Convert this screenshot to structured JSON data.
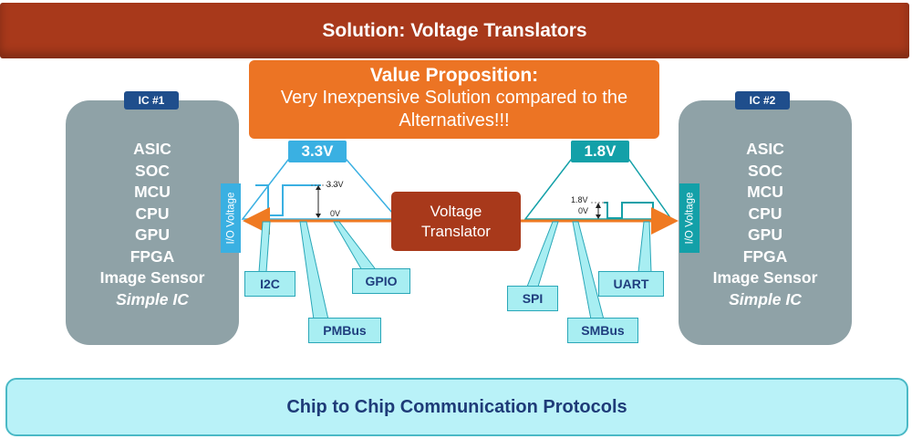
{
  "title": "Solution: Voltage Translators",
  "value_proposition": {
    "heading": "Value Proposition:",
    "line1": "Very Inexpensive Solution compared to the",
    "line2": "Alternatives!!!"
  },
  "ic1": {
    "tag": "IC #1",
    "items": [
      "ASIC",
      "SOC",
      "MCU",
      "CPU",
      "GPU",
      "FPGA",
      "Image Sensor"
    ],
    "italic_item": "Simple IC",
    "io_label": "I/O Voltage"
  },
  "ic2": {
    "tag": "IC #2",
    "items": [
      "ASIC",
      "SOC",
      "MCU",
      "CPU",
      "GPU",
      "FPGA",
      "Image Sensor"
    ],
    "italic_item": "Simple IC",
    "io_label": "I/O Voltage"
  },
  "left_voltage": {
    "badge": "3.3V",
    "high": "3.3V",
    "low": "0V"
  },
  "right_voltage": {
    "badge": "1.8V",
    "high": "1.8V",
    "low": "0V"
  },
  "translator": {
    "line1": "Voltage",
    "line2": "Translator"
  },
  "protocols": {
    "i2c": "I2C",
    "pmbus": "PMBus",
    "gpio": "GPIO",
    "spi": "SPI",
    "smbus": "SMBus",
    "uart": "UART"
  },
  "footer": "Chip to Chip Communication Protocols",
  "colors": {
    "banner": "#a8391b",
    "value_prop": "#ec7424",
    "ic_box": "#8fa2a7",
    "tag": "#1f4e8c",
    "left_accent": "#3ab0e2",
    "right_accent": "#13a0a8",
    "arrow": "#ef7a22",
    "protocol_fill": "#a8eef2",
    "footer_fill": "#b9f2f8"
  }
}
